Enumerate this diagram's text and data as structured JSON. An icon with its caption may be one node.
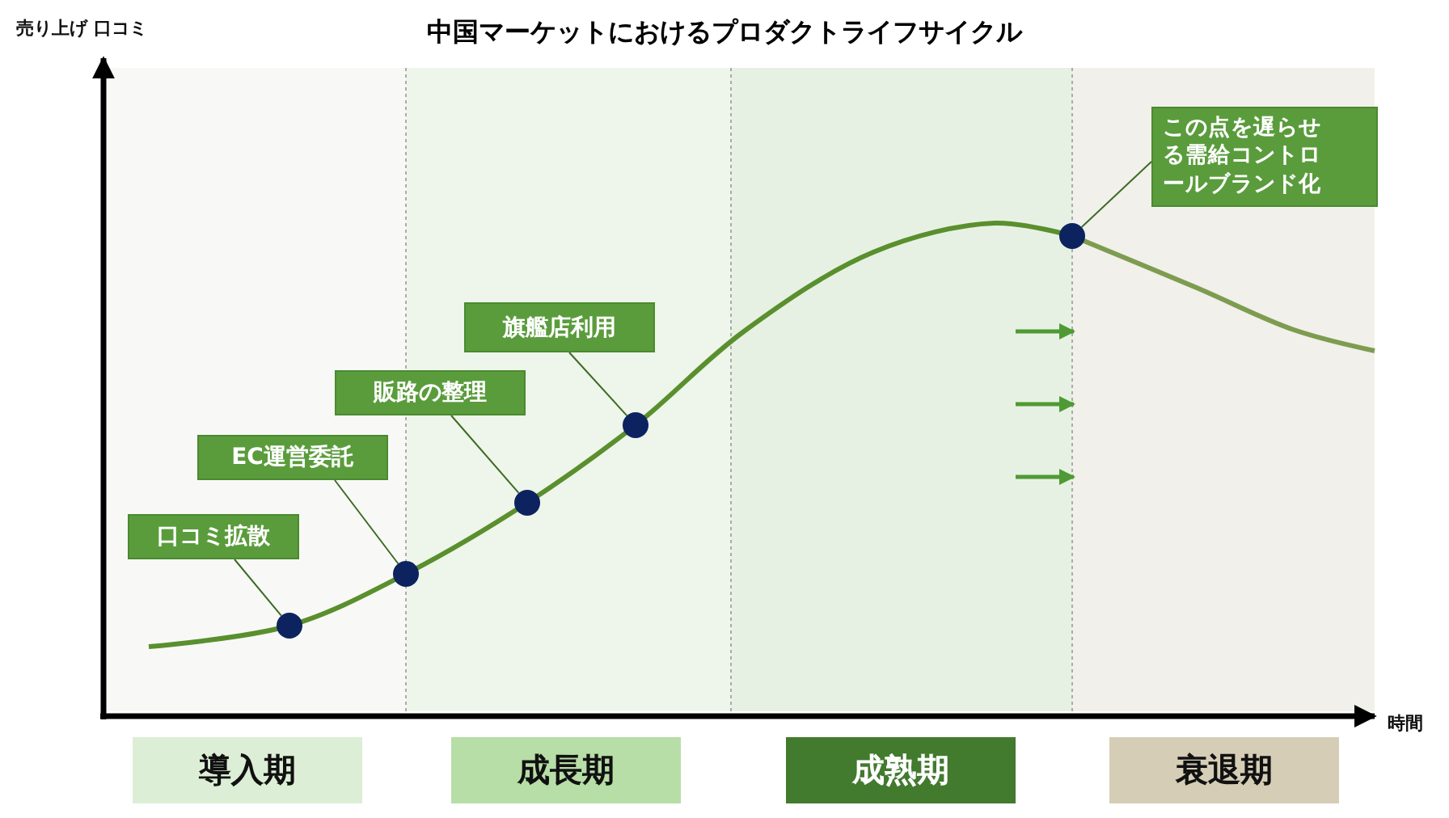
{
  "diagram": {
    "title": "中国マーケットにおけるプロダクトライフサイクル",
    "nodes": [
      {
        "text": [
          "口コミ拡散"
        ]
      },
      {
        "text": [
          "EC運営委託"
        ]
      },
      {
        "text": [
          "販路の整理"
        ]
      },
      {
        "text": [
          "旗艦店利用"
        ]
      },
      {
        "text": [
          "この点を遅らせる需給コントロールブランド化"
        ]
      },
      {
        "text": [],
        "shape": "circle"
      },
      {
        "text": [],
        "shape": "circle"
      },
      {
        "text": [],
        "shape": "circle"
      },
      {
        "text": [],
        "shape": "circle"
      },
      {
        "text": [],
        "shape": "circle"
      },
      {
        "text": [
          "導入期"
        ]
      },
      {
        "text": [
          "成長期"
        ]
      },
      {
        "text": [
          "成熟期"
        ]
      },
      {
        "text": [
          "衰退期"
        ]
      }
    ],
    "edges": [
      {
        "from": 0,
        "to": 5,
        "arrow": "none"
      },
      {
        "from": 1,
        "to": 6,
        "arrow": "none"
      },
      {
        "from": 2,
        "to": 7,
        "arrow": "none"
      },
      {
        "from": 3,
        "to": 8,
        "arrow": "none"
      },
      {
        "from": 4,
        "to": 9,
        "arrow": "none"
      }
    ],
    "labels": [
      "売り上げ 口コミ",
      "時間"
    ]
  }
}
